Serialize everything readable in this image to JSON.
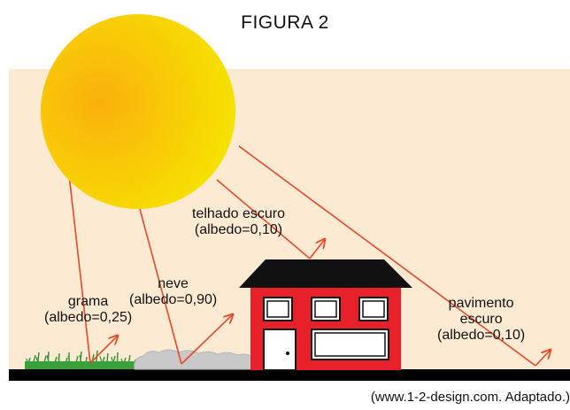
{
  "figure": {
    "title": "FIGURA 2"
  },
  "labels": {
    "grama": {
      "name": "grama",
      "albedo": "(albedo=0,25)"
    },
    "neve": {
      "name": "neve",
      "albedo": "(albedo=0,90)"
    },
    "telhado": {
      "name": "telhado escuro",
      "albedo": "(albedo=0,10)"
    },
    "pavimento": {
      "line1": "pavimento",
      "line2": "escuro",
      "albedo": "(albedo=0,10)"
    }
  },
  "source": "(www.1-2-design.com. Adaptado.)",
  "colors": {
    "sky": "#fcebd2",
    "sun_inner": "#fbb00d",
    "sun_outer": "#f6e600",
    "ray": "#e8472a",
    "ground": "#000000",
    "house_wall": "#e8202a",
    "roof": "#111111",
    "grass": "#3aa23a",
    "snow": "#c9c9c9"
  }
}
